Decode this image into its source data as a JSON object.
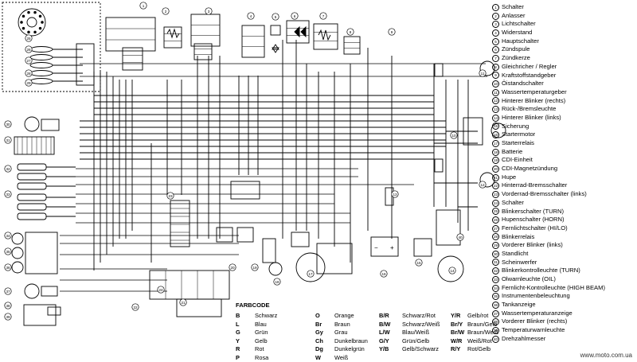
{
  "legend": [
    {
      "num": "1",
      "label": "Schalter"
    },
    {
      "num": "2",
      "label": "Anlasser"
    },
    {
      "num": "3",
      "label": "Lichtschalter"
    },
    {
      "num": "4",
      "label": "Widerstand"
    },
    {
      "num": "5",
      "label": "Hauptschalter"
    },
    {
      "num": "6",
      "label": "Zündspule"
    },
    {
      "num": "7",
      "label": "Zündkerze"
    },
    {
      "num": "8",
      "label": "Gleichricher / Regler"
    },
    {
      "num": "9",
      "label": "Kraftstoffstandgeber"
    },
    {
      "num": "10",
      "label": "Öistandschalter"
    },
    {
      "num": "11",
      "label": "Wassertemperaturgeber"
    },
    {
      "num": "12",
      "label": "Hinterer Blinker (rechts)"
    },
    {
      "num": "13",
      "label": "Rück-/Bremsleuchte"
    },
    {
      "num": "14",
      "label": "Hinterer Blinker (links)"
    },
    {
      "num": "15",
      "label": "Sicherung"
    },
    {
      "num": "16",
      "label": "Startermotor"
    },
    {
      "num": "17",
      "label": "Starterrelais"
    },
    {
      "num": "18",
      "label": "Batterie"
    },
    {
      "num": "19",
      "label": "CDI-Einheit"
    },
    {
      "num": "20",
      "label": "CDI-Magnetzündung"
    },
    {
      "num": "21",
      "label": "Hupe"
    },
    {
      "num": "22",
      "label": "Hinterrad-Bremsschalter"
    },
    {
      "num": "23",
      "label": "Vorderrad-Bremsschalter (links)"
    },
    {
      "num": "24",
      "label": "Schalter"
    },
    {
      "num": "25",
      "label": "Blinkerschalter (TURN)"
    },
    {
      "num": "26",
      "label": "Hupenschalter (HORN)"
    },
    {
      "num": "27",
      "label": "Fernlichtschalter (HI/LO)"
    },
    {
      "num": "28",
      "label": "Blinkerrelais"
    },
    {
      "num": "29",
      "label": "Vorderer Blinker (links)"
    },
    {
      "num": "30",
      "label": "Standlicht"
    },
    {
      "num": "31",
      "label": "Scheinwerfer"
    },
    {
      "num": "32",
      "label": "Blinkerkontrolleuchte (TURN)"
    },
    {
      "num": "33",
      "label": "Olwarnleuchte (OIL)"
    },
    {
      "num": "34",
      "label": "Fernlicht-Kontrolleuchte (HIGH BEAM)"
    },
    {
      "num": "35",
      "label": "Instrumentenbeleuchtung"
    },
    {
      "num": "36",
      "label": "Tankanzeige"
    },
    {
      "num": "37",
      "label": "Wassertemperaturanzeige"
    },
    {
      "num": "38",
      "label": "Vorderer Blinker (rechts)"
    },
    {
      "num": "39",
      "label": "Temperaturwarnleuchte"
    },
    {
      "num": "40",
      "label": "Drehzahlmesser"
    }
  ],
  "farbcode": {
    "title": "FARBCODE",
    "columns": [
      [
        {
          "code": "B",
          "name": "Schwarz"
        },
        {
          "code": "L",
          "name": "Blau"
        },
        {
          "code": "G",
          "name": "Grün"
        },
        {
          "code": "Y",
          "name": "Gelb"
        },
        {
          "code": "R",
          "name": "Rot"
        },
        {
          "code": "P",
          "name": "Rosa"
        }
      ],
      [
        {
          "code": "O",
          "name": "Orange"
        },
        {
          "code": "Br",
          "name": "Braun"
        },
        {
          "code": "Gy",
          "name": "Grau"
        },
        {
          "code": "Ch",
          "name": "Dunkelbraun"
        },
        {
          "code": "Dg",
          "name": "Dunkelgrün"
        },
        {
          "code": "W",
          "name": "Weiß"
        }
      ],
      [
        {
          "code": "B/R",
          "name": "Schwarz/Rot"
        },
        {
          "code": "B/W",
          "name": "Schwarz/Weiß"
        },
        {
          "code": "L/W",
          "name": "Blau/Weiß"
        },
        {
          "code": "G/Y",
          "name": "Grün/Gelb"
        },
        {
          "code": "Y/B",
          "name": "Gelb/Schwarz"
        }
      ],
      [
        {
          "code": "Y/R",
          "name": "Gelb/rot"
        },
        {
          "code": "Br/Y",
          "name": "Braun/Gelb"
        },
        {
          "code": "Br/W",
          "name": "Braun/Weiß"
        },
        {
          "code": "W/R",
          "name": "Weiß/Rot"
        },
        {
          "code": "R/Y",
          "name": "Rot/Gelb"
        }
      ]
    ]
  },
  "watermark": "www.moto.com.ua",
  "callouts": [
    "1",
    "2",
    "3",
    "4",
    "5",
    "6",
    "7",
    "8",
    "9",
    "10",
    "11",
    "12",
    "13",
    "14",
    "15",
    "16",
    "17",
    "18",
    "19",
    "20",
    "21",
    "22",
    "23",
    "24",
    "25",
    "26",
    "27",
    "28",
    "29",
    "30",
    "31",
    "32",
    "33",
    "34",
    "35",
    "36",
    "37",
    "38",
    "39",
    "40"
  ]
}
